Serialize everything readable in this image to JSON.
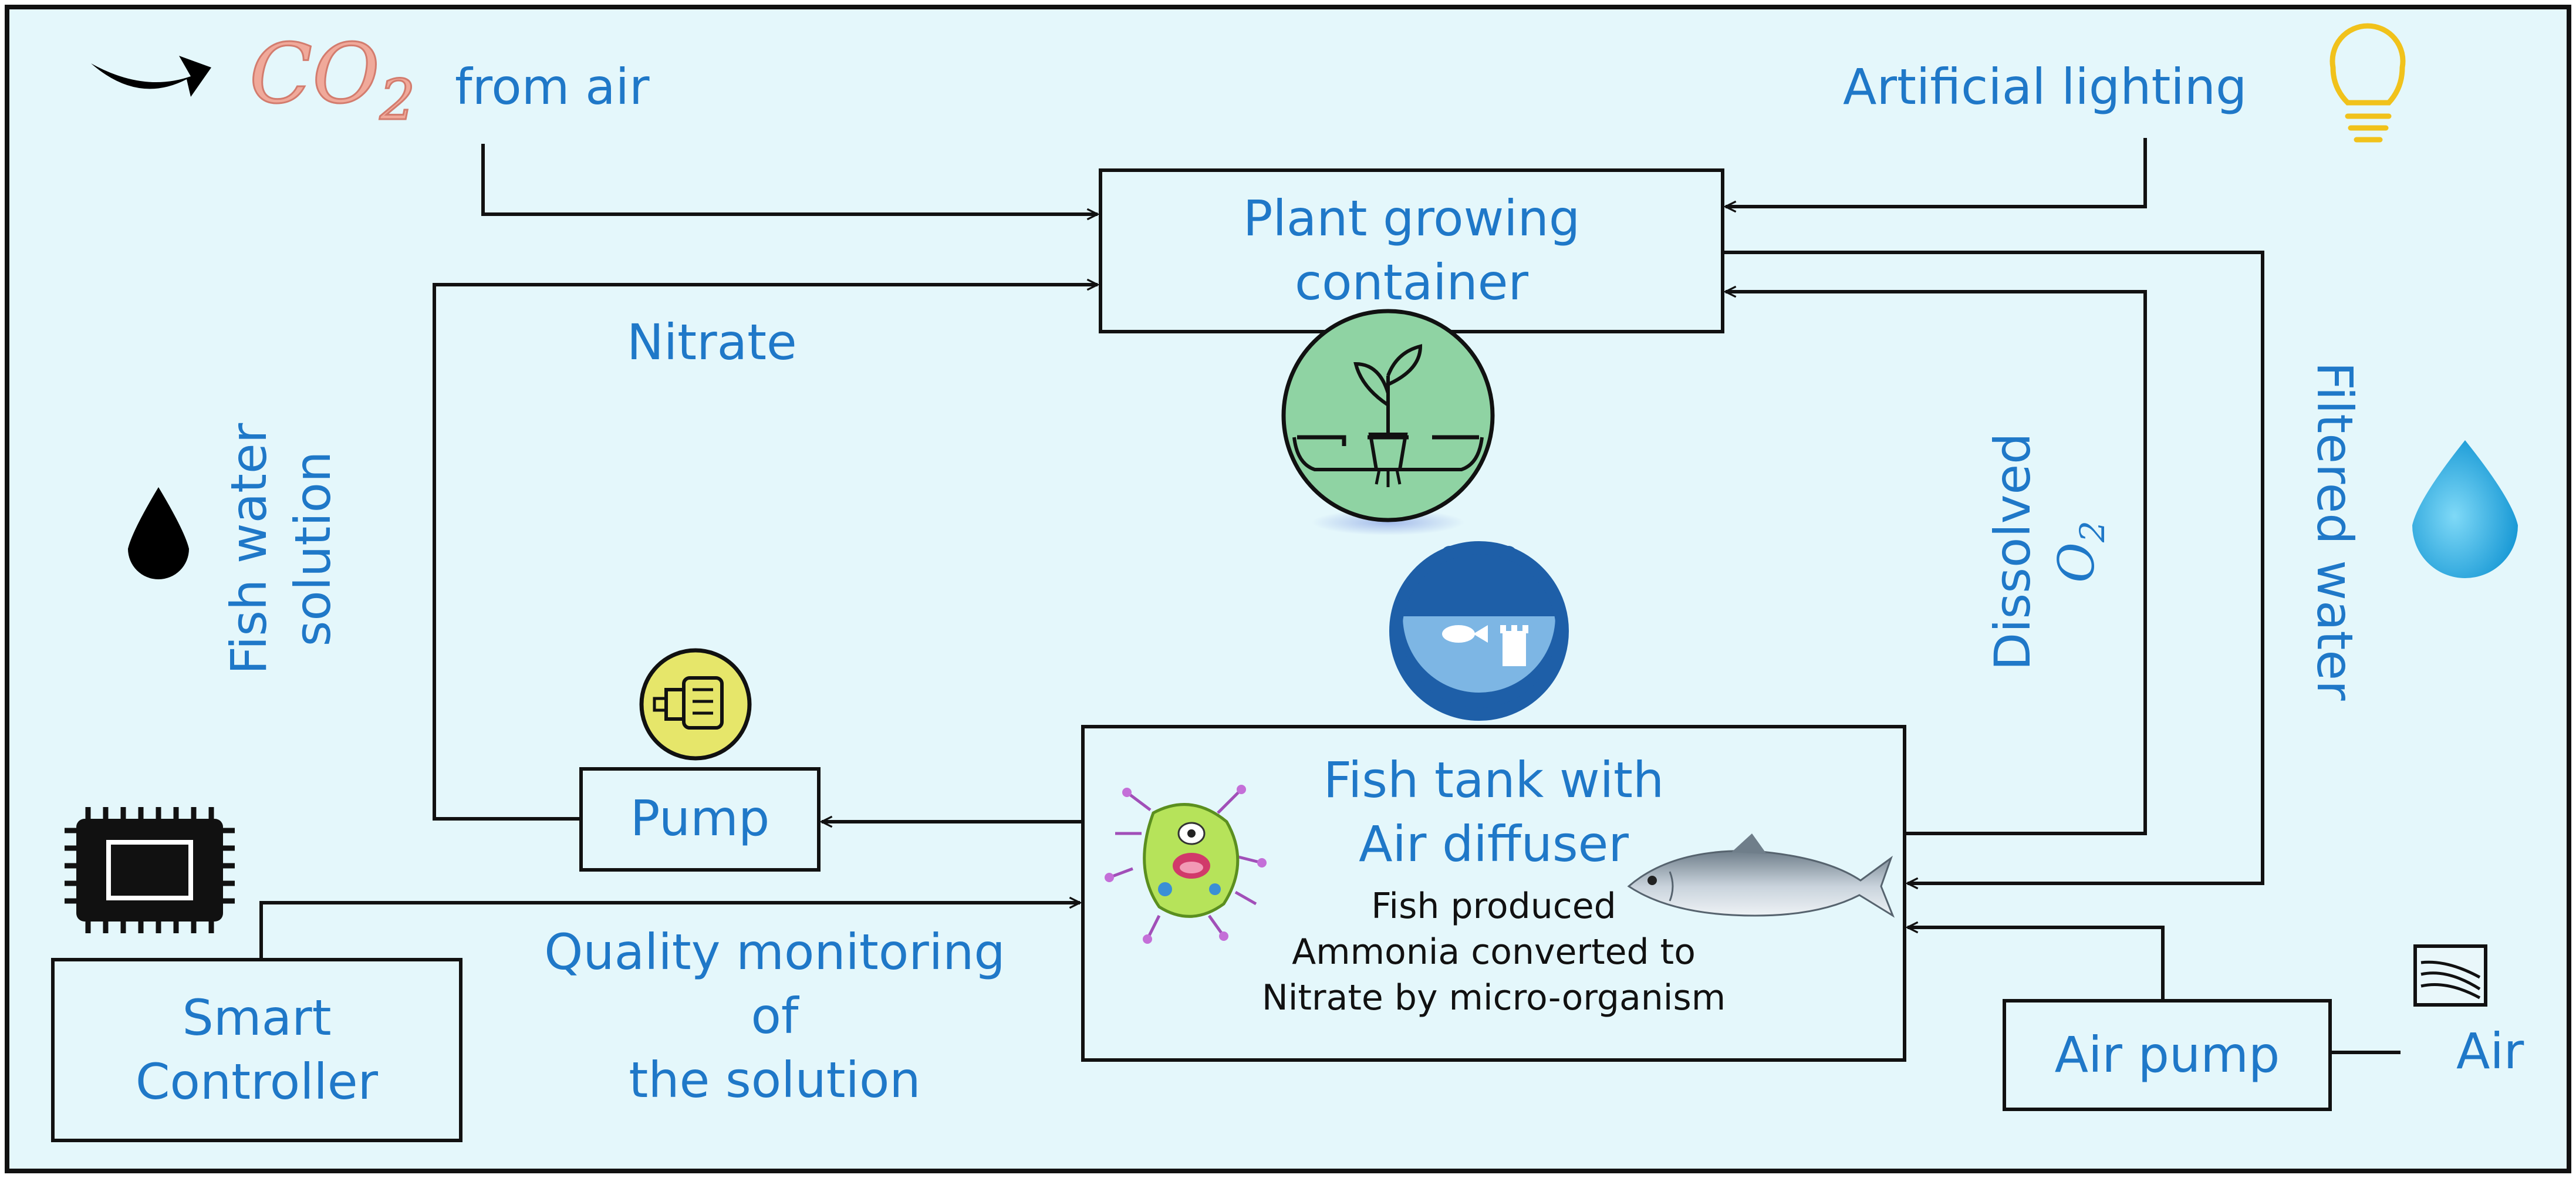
{
  "co2": {
    "text": "CO",
    "sub": "2"
  },
  "labels": {
    "from_air": "from air",
    "artificial_lighting": "Artificial lighting",
    "nitrate": "Nitrate",
    "fish_water_solution_line1": "Fish water",
    "fish_water_solution_line2": "solution",
    "dissolved_line1": "Dissolved",
    "dissolved_o": "O",
    "dissolved_sub": "2",
    "filtered_water": "Filtered water",
    "quality_line1": "Quality monitoring",
    "quality_line2": "of",
    "quality_line3": "the solution",
    "air": "Air"
  },
  "boxes": {
    "plant_line1": "Plant growing",
    "plant_line2": "container",
    "pump": "Pump",
    "fish_tank_line1": "Fish tank with",
    "fish_tank_line2": "Air diffuser",
    "fish_tank_desc1": "Fish produced",
    "fish_tank_desc2": "Ammonia converted to",
    "fish_tank_desc3": "Nitrate by micro-organism",
    "smart_line1": "Smart",
    "smart_line2": "Controller",
    "air_pump": "Air pump"
  },
  "icons": [
    "arrow-icon",
    "light-bulb-icon",
    "plant-pot-icon",
    "fish-bowl-icon",
    "pump-icon",
    "black-drop-icon",
    "blue-drop-icon",
    "chip-icon",
    "microorganism-icon",
    "fish-icon",
    "air-icon"
  ],
  "colors": {
    "background": "#e4f7fb",
    "text": "#1f78c8",
    "line": "#111111",
    "co2": "#f0a99a"
  }
}
